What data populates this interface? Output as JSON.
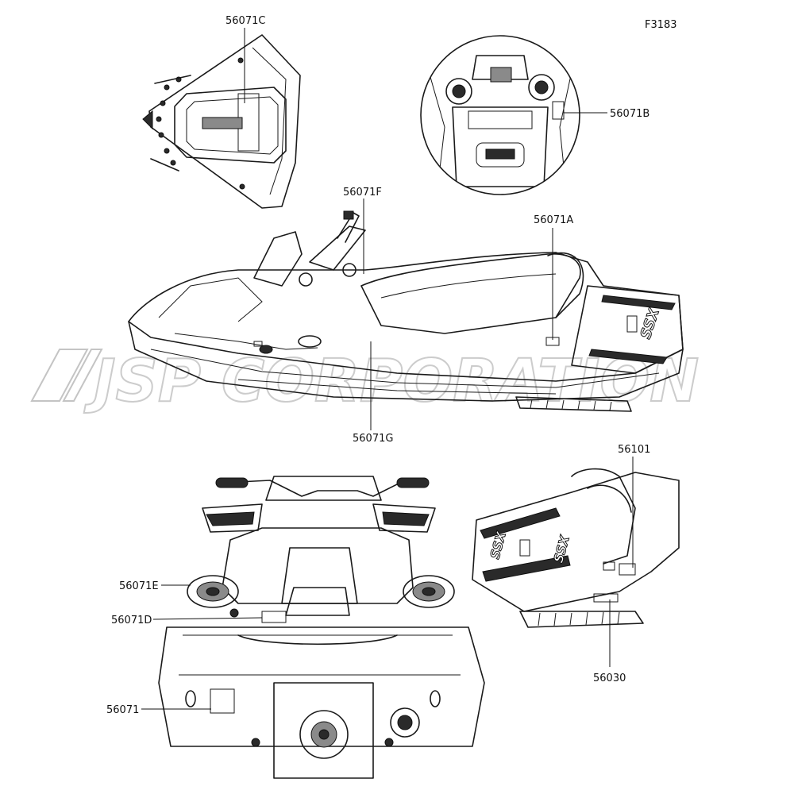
{
  "figure_code": "F3183",
  "watermark": "JSP CORPORATION",
  "callouts": {
    "c56071C": "56071C",
    "c56071B": "56071B",
    "c56071F": "56071F",
    "c56071A": "56071A",
    "c56071G": "56071G",
    "c56101": "56101",
    "c56071E": "56071E",
    "c56071D": "56071D",
    "c56071": "56071",
    "c56030": "56030"
  },
  "brand_marks": {
    "stern_logo_left": "SSX",
    "stern_logo_right": "SSX"
  }
}
